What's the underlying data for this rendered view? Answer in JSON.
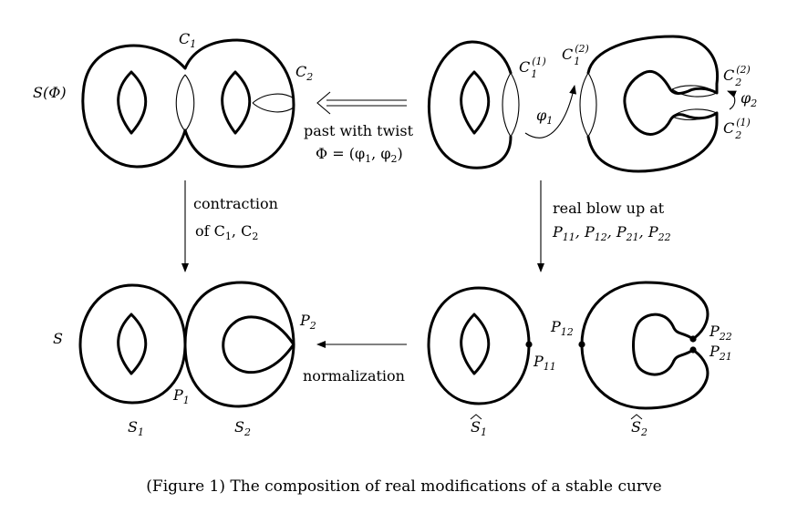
{
  "panels": {
    "top_left": {
      "surface_label": "S(Φ)",
      "cycle_a": "C",
      "cycle_a_sub": "1",
      "cycle_b": "C",
      "cycle_b_sub": "2"
    },
    "top_right": {
      "c1_1": "C",
      "c1_1_sub": "1",
      "c1_1_sup": "(1)",
      "c1_2": "C",
      "c1_2_sub": "1",
      "c1_2_sup": "(2)",
      "c2_2": "C",
      "c2_2_sub": "2",
      "c2_2_sup": "(2)",
      "c2_1": "C",
      "c2_1_sub": "2",
      "c2_1_sup": "(1)",
      "phi1": "φ",
      "phi1_sub": "1",
      "phi2": "φ",
      "phi2_sub": "2"
    },
    "bottom_left": {
      "surface_label": "S",
      "p1": "P",
      "p1_sub": "1",
      "p2": "P",
      "p2_sub": "2",
      "s1": "S",
      "s1_sub": "1",
      "s2": "S",
      "s2_sub": "2"
    },
    "bottom_right": {
      "p12": "P",
      "p12_sub": "12",
      "p11": "P",
      "p11_sub": "11",
      "p22": "P",
      "p22_sub": "22",
      "p21": "P",
      "p21_sub": "21",
      "s1hat": "S",
      "s1hat_sub": "1",
      "s2hat": "S",
      "s2hat_sub": "2"
    }
  },
  "arrows": {
    "top_line1": "past with twist",
    "top_line2": "Φ = (φ",
    "top_line2_sub1": "1",
    "top_line2_mid": ", φ",
    "top_line2_sub2": "2",
    "top_line2_end": ")",
    "left_line1": "contraction",
    "left_line2": "of C",
    "left_line2_sub1": "1",
    "left_line2_mid": ", C",
    "left_line2_sub2": "2",
    "right_line1": "real blow up at",
    "right_line2_p": "P",
    "right_line2_sub1": "11",
    "right_line2_sub2": "12",
    "right_line2_sub3": "21",
    "right_line2_sub4": "22",
    "right_line2_sep": ", ",
    "bottom": "normalization"
  },
  "caption": "(Figure 1)  The composition of real modifications of a stable curve"
}
